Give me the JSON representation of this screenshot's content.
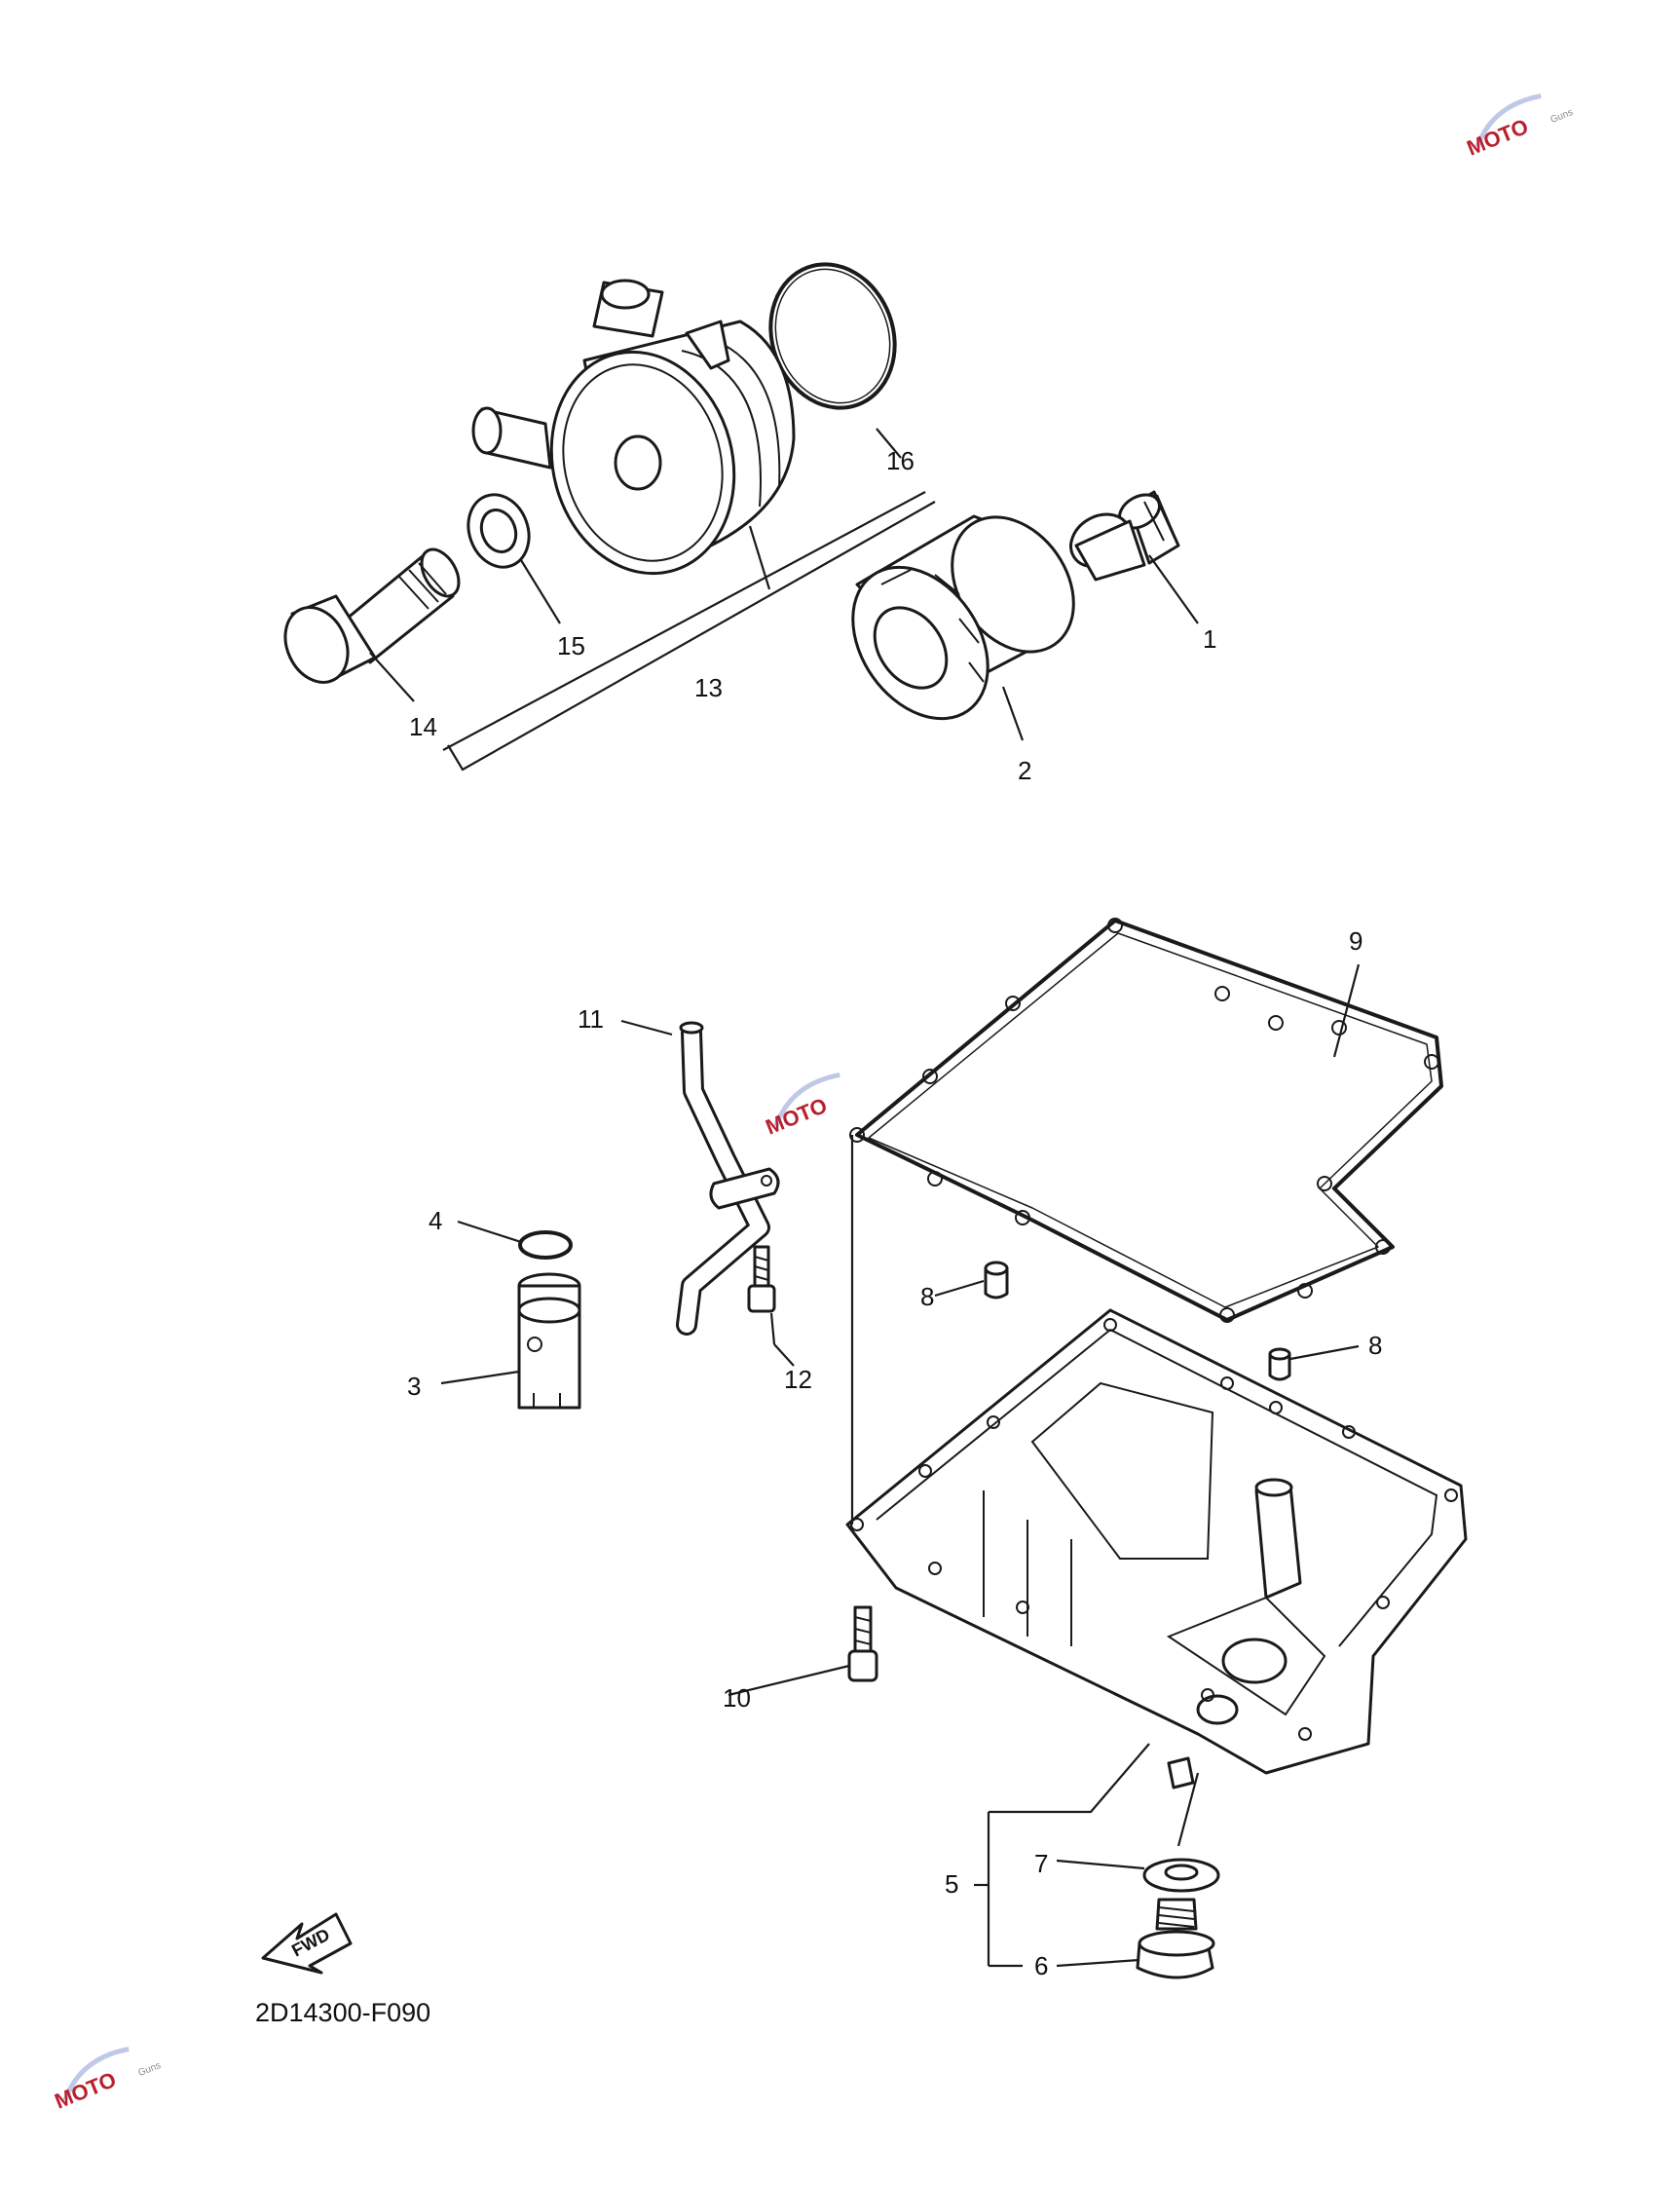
{
  "diagram_code": "2D14300-F090",
  "fwd_label": "FWD",
  "watermark": {
    "text": "MOTO",
    "sub": "Guns",
    "color": "#b8202e"
  },
  "callouts": [
    {
      "id": "1",
      "label": "1"
    },
    {
      "id": "2",
      "label": "2"
    },
    {
      "id": "3",
      "label": "3"
    },
    {
      "id": "4",
      "label": "4"
    },
    {
      "id": "5",
      "label": "5"
    },
    {
      "id": "6",
      "label": "6"
    },
    {
      "id": "7",
      "label": "7"
    },
    {
      "id": "8a",
      "label": "8"
    },
    {
      "id": "8b",
      "label": "8"
    },
    {
      "id": "9",
      "label": "9"
    },
    {
      "id": "10",
      "label": "10"
    },
    {
      "id": "11",
      "label": "11"
    },
    {
      "id": "12",
      "label": "12"
    },
    {
      "id": "13",
      "label": "13"
    },
    {
      "id": "14",
      "label": "14"
    },
    {
      "id": "15",
      "label": "15"
    },
    {
      "id": "16",
      "label": "16"
    }
  ]
}
